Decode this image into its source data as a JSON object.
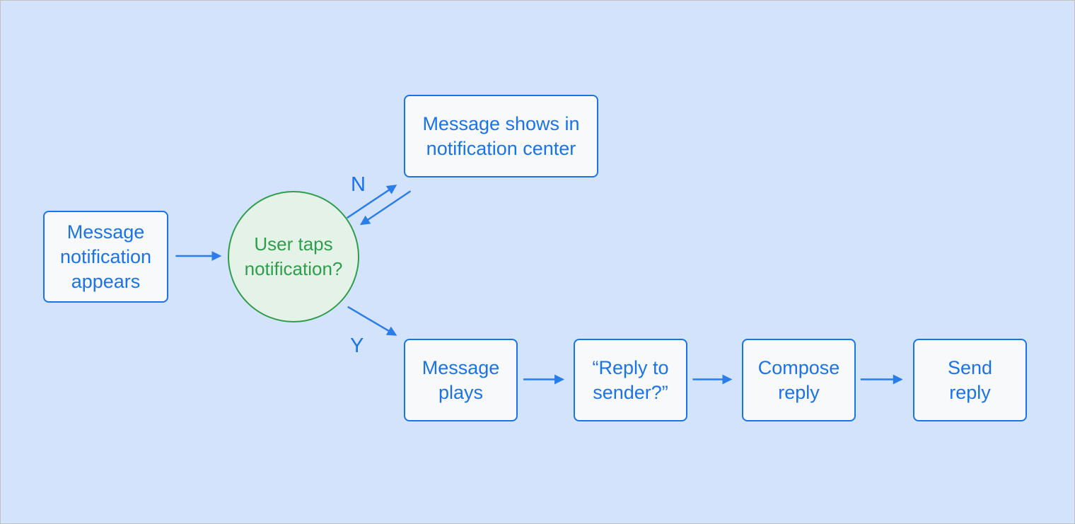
{
  "title": "Message notification flow diagram",
  "colors": {
    "background": "#d3e3fb",
    "node_fill": "#f8f9fb",
    "node_border": "#1a73e8",
    "node_text": "#1a73e8",
    "decision_fill": "#e5f2e8",
    "decision_border": "#2f9e4b",
    "decision_text": "#2e9e4c",
    "arrow": "#2b7de9"
  },
  "nodes": {
    "start": {
      "shape": "rectangle",
      "label": "Message\nnotification\nappears"
    },
    "decision": {
      "shape": "circle",
      "label": "User taps\nnotification?"
    },
    "notification_center": {
      "shape": "rectangle",
      "label": "Message shows in\nnotification center"
    },
    "message_plays": {
      "shape": "rectangle",
      "label": "Message\nplays"
    },
    "reply_to_sender": {
      "shape": "rectangle",
      "label": "“Reply to\nsender?”"
    },
    "compose_reply": {
      "shape": "rectangle",
      "label": "Compose\nreply"
    },
    "send_reply": {
      "shape": "rectangle",
      "label": "Send\nreply"
    }
  },
  "branch_labels": {
    "no": "N",
    "yes": "Y"
  },
  "edges": [
    {
      "from": "start",
      "to": "decision",
      "label": ""
    },
    {
      "from": "decision",
      "to": "notification_center",
      "label": "N"
    },
    {
      "from": "notification_center",
      "to": "decision",
      "label": ""
    },
    {
      "from": "decision",
      "to": "message_plays",
      "label": "Y"
    },
    {
      "from": "message_plays",
      "to": "reply_to_sender",
      "label": ""
    },
    {
      "from": "reply_to_sender",
      "to": "compose_reply",
      "label": ""
    },
    {
      "from": "compose_reply",
      "to": "send_reply",
      "label": ""
    }
  ]
}
